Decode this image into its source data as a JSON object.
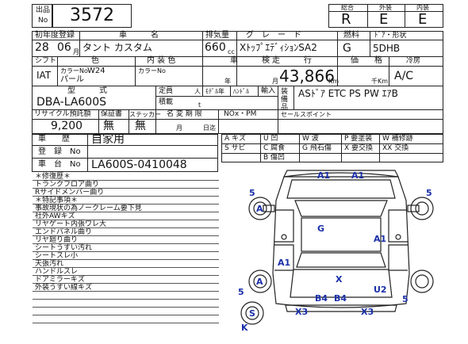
{
  "header": {
    "lot_label_1": "出品",
    "lot_label_2": "No",
    "lot_number": "3572",
    "rating_labels": [
      "総合",
      "外装",
      "内装"
    ],
    "rating_values": [
      "R",
      "E",
      "E"
    ]
  },
  "row1": {
    "first_reg_label": "初年度登録",
    "make_label": "車　　　名",
    "displacement_label": "排気量",
    "grade_label": "グ　レ　ー　ド",
    "fuel_label": "燃料",
    "doors_label": "ﾄﾞｱ・形状",
    "year": "28",
    "month": "06",
    "month_unit": "月",
    "model_name": "タント カスタム",
    "displacement": "660",
    "cc_unit": "cc",
    "grade": "XﾄｯﾌﾟｴﾃﾞｨｼｮﾝSA2",
    "fuel": "G",
    "doors_shape": "5DHB"
  },
  "row2": {
    "shift_label": "シフト",
    "color_label": "色",
    "interior_label": "内 装 色",
    "inspection_label": "車　　　検",
    "mileage_label": "走　　　行",
    "price_label": "価　　格",
    "ac_label": "冷房",
    "shift": "IAT",
    "color_no_label": "カラーNo",
    "color_no": "W24",
    "color_name": "パール",
    "interior_color_no_label": "カラーNo",
    "year_unit": "年",
    "month_unit": "月",
    "mileage": "43,866",
    "km_unit": "Km",
    "price_unit": "千Km",
    "ac": "A/C"
  },
  "row3": {
    "type_label": "型　　　式",
    "capacity_label": "定員",
    "person_unit": "人",
    "model_handle_label": "ﾓﾃﾞﾙ年",
    "handle_label": "ﾊﾝﾄﾞﾙ",
    "import_label": "輸入",
    "equipment_label": "装備品",
    "load_label": "積載",
    "ton_unit": "t",
    "model_code": "DBA-LA600S",
    "equipment": "ASﾄﾞｱ ETC PS PW ｴｱB"
  },
  "row4": {
    "recycle_label": "リサイクル預託額",
    "warranty_label": "保証書",
    "sticker_label": "ステッカー",
    "name_change_label": "名 変 期 限",
    "nox_label": "NOx・PM",
    "sales_point_label": "セールスポイント",
    "recycle_amount": "9,200",
    "warranty": "無",
    "sticker": "無",
    "month_unit": "月",
    "day_unit": "日迄"
  },
  "history": {
    "history_label": "車　　歴",
    "history_value": "自家用",
    "reg_label": "登　録　No",
    "chassis_label": "車　台　No",
    "chassis_value": "LA600S-0410048"
  },
  "legend": [
    [
      "A キズ",
      "U 凹",
      "W 波",
      "W 補修跡"
    ],
    [
      "S サビ",
      "C 腐食",
      "G 飛石傷",
      "XX 交換"
    ],
    [
      "",
      "B 傷凹",
      "P 要塗装",
      ""
    ],
    [
      "",
      "",
      "X 要交換",
      ""
    ]
  ],
  "notes": [
    "＊修復歴＊",
    "トランクフロア曲り",
    "Rサイドメンバー曲り",
    "＊特記事項＊",
    "事故現状の為ノークレーム要下見",
    "社外AWキズ",
    "リヤゲート内張ワレ大",
    "エンドパネル曲り",
    "リヤ廻り曲り",
    "シートうすい汚れ",
    "シートスレ小",
    "天張汚れ",
    "ハンドルスレ",
    "ドアミラーキズ",
    "外装うすい線キズ"
  ],
  "diagram_marks": {
    "top_left": "A1",
    "top_right": "A1",
    "left_five_top": "5",
    "right_five_top": "5",
    "wheel_a_front_left": "A",
    "roof": "G",
    "right_a1": "A1",
    "left_a1": "A1",
    "wheel_a_rear_left": "A",
    "rear_x": "X",
    "right_u2": "U2",
    "left_five_bottom": "5",
    "right_five_bottom": "5",
    "b4_left": "B4",
    "b4_right": "B4",
    "x3_left": "X3",
    "x3_right": "X3",
    "spare_s": "S",
    "spare_k": "K"
  }
}
